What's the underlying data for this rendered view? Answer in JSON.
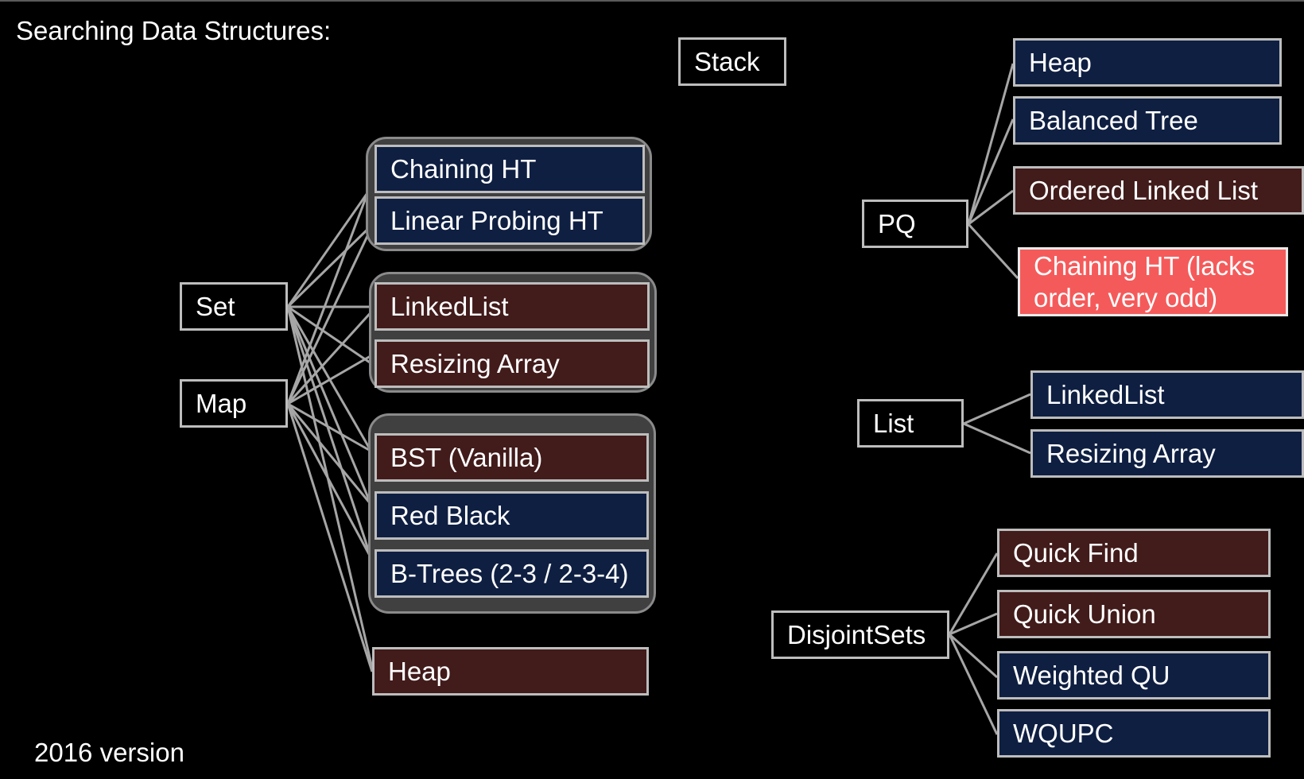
{
  "title": "Searching Data Structures:",
  "footer": "2016 version",
  "nodes": {
    "stack": "Stack",
    "set": "Set",
    "map": "Map",
    "pq": "PQ",
    "list": "List",
    "disjoint_sets": "DisjointSets"
  },
  "set_map_impls": {
    "chaining_ht": "Chaining HT",
    "linear_probing_ht": "Linear Probing HT",
    "linked_list": "LinkedList",
    "resizing_array": "Resizing Array",
    "bst_vanilla": "BST (Vanilla)",
    "red_black": "Red Black",
    "b_trees": "B-Trees (2-3 / 2-3-4)",
    "heap": "Heap"
  },
  "pq_impls": {
    "heap": "Heap",
    "balanced_tree": "Balanced Tree",
    "ordered_linked_list": "Ordered Linked List",
    "chaining_ht_odd": "Chaining HT (lacks order, very odd)"
  },
  "list_impls": {
    "linked_list": "LinkedList",
    "resizing_array": "Resizing Array"
  },
  "disjoint_sets_impls": {
    "quick_find": "Quick Find",
    "quick_union": "Quick Union",
    "weighted_qu": "Weighted QU",
    "wqupc": "WQUPC"
  },
  "colors": {
    "background": "#000000",
    "navy_box": "#0f1f42",
    "maroon_box": "#421b1b",
    "highlight_box": "#f55a5a",
    "group_fill": "#404040",
    "connector": "#a6a6a6"
  }
}
